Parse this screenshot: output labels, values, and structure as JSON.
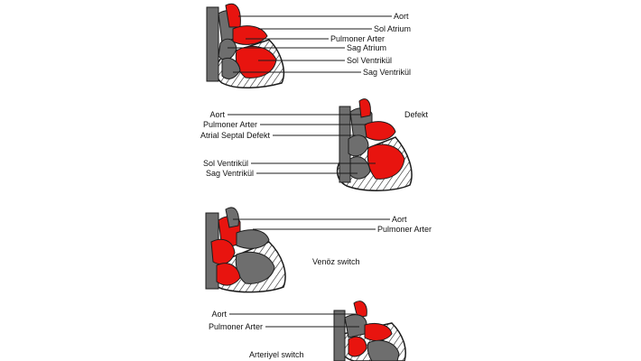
{
  "diagram_1": {
    "labels": [
      "Aort",
      "Sol Atrium",
      "Pulmoner Arter",
      "Sag Atrium",
      "Sol Ventrikül",
      "Sag Ventrikül"
    ]
  },
  "diagram_2": {
    "labels_left": [
      "Aort",
      "Pulmoner Arter",
      "Atrial Septal Defekt",
      "Sol Ventrikül",
      "Sag Ventrikül"
    ],
    "label_right": "Defekt"
  },
  "diagram_3": {
    "labels": [
      "Aort",
      "Pulmoner Arter"
    ],
    "caption": "Venöz switch"
  },
  "diagram_4": {
    "labels_left": [
      "Aort",
      "Pulmoner Arter"
    ],
    "caption": "Arteriyel switch"
  },
  "colors": {
    "oxygenated": "#e8140f",
    "deoxygenated": "#6e6e6e",
    "wall": "#1c1c1c",
    "background": "#ffffff"
  }
}
